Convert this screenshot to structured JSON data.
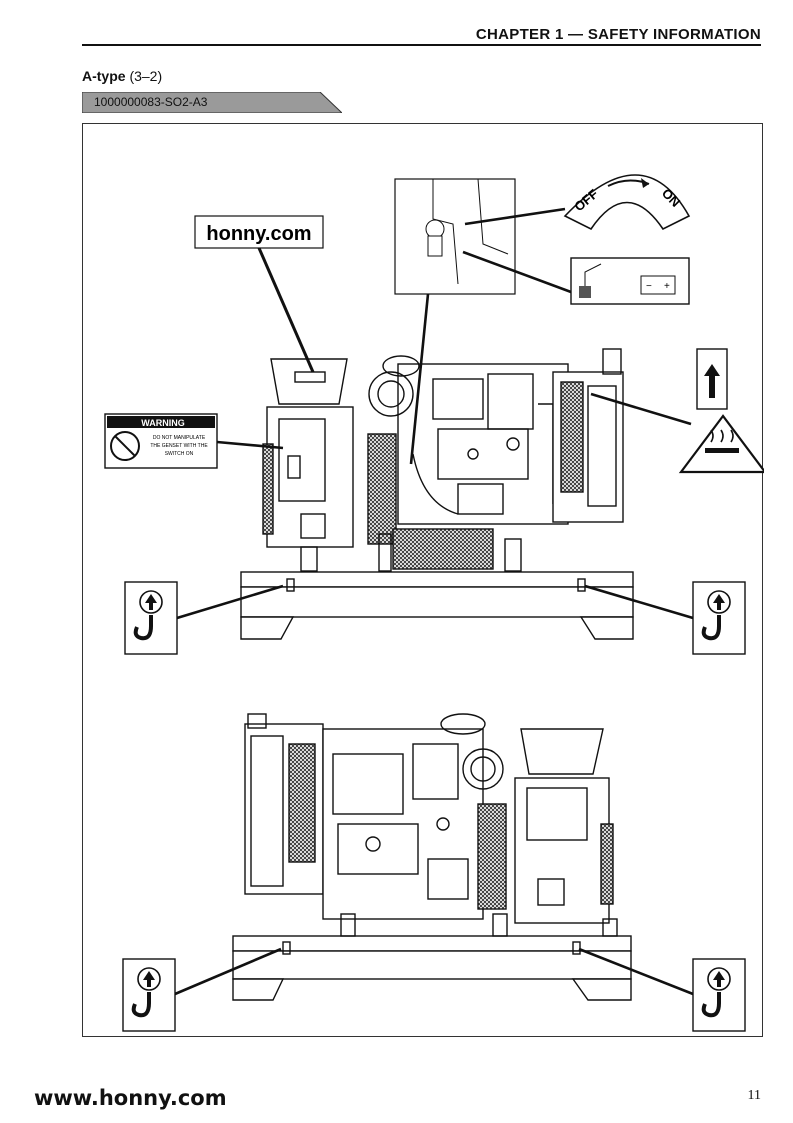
{
  "header": {
    "chapter": "CHAPTER 1 — SAFETY INFORMATION"
  },
  "section": {
    "title_bold": "A-type",
    "title_rest": " (3–2)"
  },
  "code_bar": {
    "code": "1000000083-SO2-A3"
  },
  "figure": {
    "watermark": "honny.com",
    "switch_label": {
      "off": "OFF",
      "on": "ON"
    },
    "warning_sign": {
      "heading": "WARNING",
      "lines": [
        "DO NOT MANIPULATE",
        "THE GENSET WITH THE",
        "SWITCH ON"
      ]
    },
    "battery_sign": {
      "minus": "−",
      "plus": "+"
    }
  },
  "footer": {
    "url": "www.honny.com",
    "page_number": "11"
  }
}
